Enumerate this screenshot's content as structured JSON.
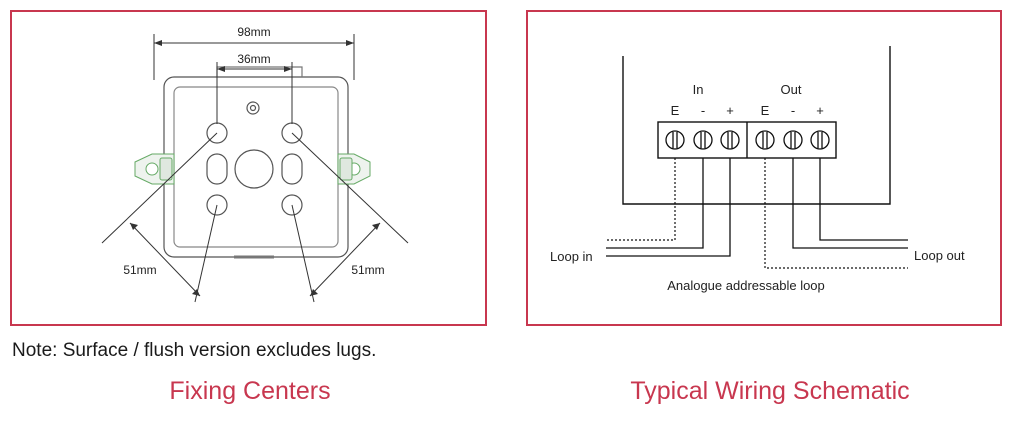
{
  "fixing": {
    "dim_width": "98mm",
    "dim_inner": "36mm",
    "dim_left": "51mm",
    "dim_right": "51mm",
    "caption": "Fixing Centers"
  },
  "wiring": {
    "in_label": "In",
    "out_label": "Out",
    "terminal_in": [
      "E",
      "-",
      "+"
    ],
    "terminal_out": [
      "E",
      "-",
      "+"
    ],
    "loop_in": "Loop in",
    "loop_out": "Loop out",
    "bus_label": "Analogue addressable loop",
    "caption": "Typical Wiring Schematic"
  },
  "note": "Note: Surface / flush version excludes lugs.",
  "colors": {
    "accent": "#c8374f"
  }
}
